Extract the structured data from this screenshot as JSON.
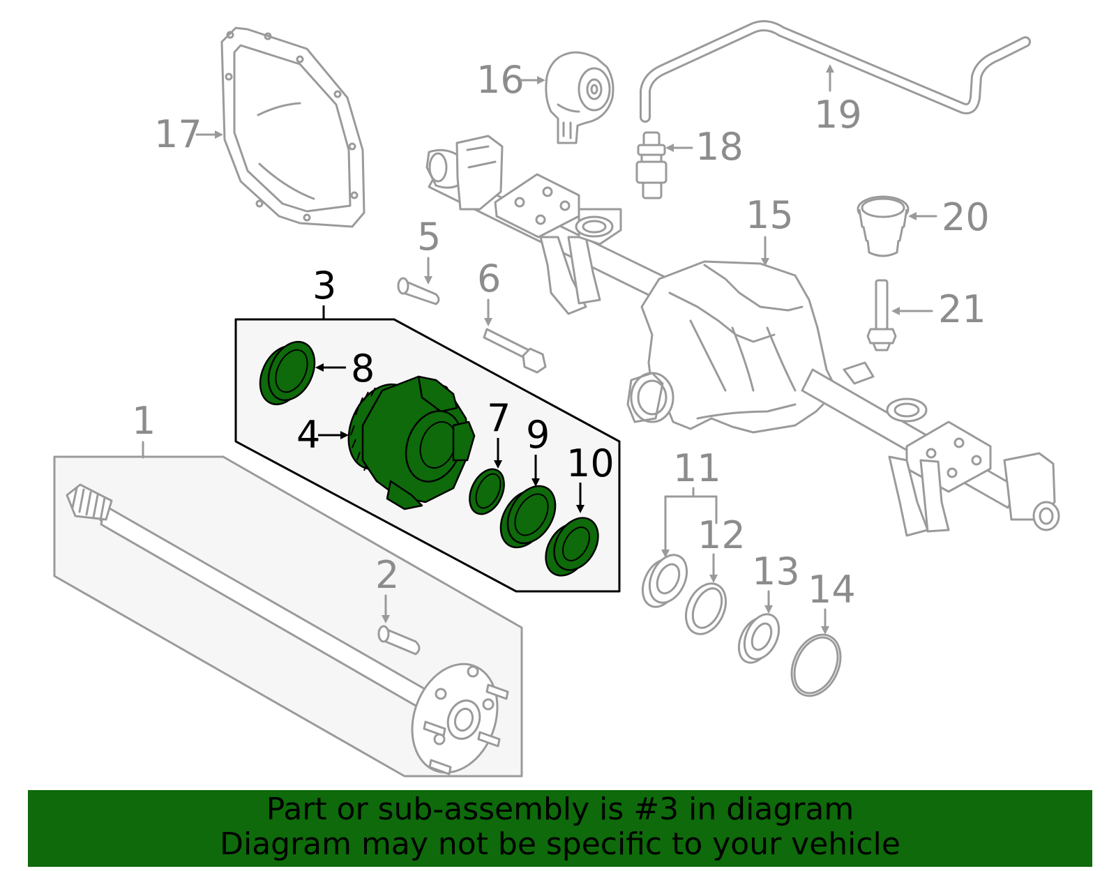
{
  "callouts": {
    "c1": "1",
    "c2": "2",
    "c3": "3",
    "c4": "4",
    "c5": "5",
    "c6": "6",
    "c7": "7",
    "c8": "8",
    "c9": "9",
    "c10": "10",
    "c11": "11",
    "c12": "12",
    "c13": "13",
    "c14": "14",
    "c15": "15",
    "c16": "16",
    "c17": "17",
    "c18": "18",
    "c19": "19",
    "c20": "20",
    "c21": "21"
  },
  "highlighted_part": "3",
  "highlight_color": "#0e6a0a",
  "banner": {
    "line1": "Part or sub-assembly is #3 in diagram",
    "line2": "Diagram may not be specific to your vehicle"
  }
}
